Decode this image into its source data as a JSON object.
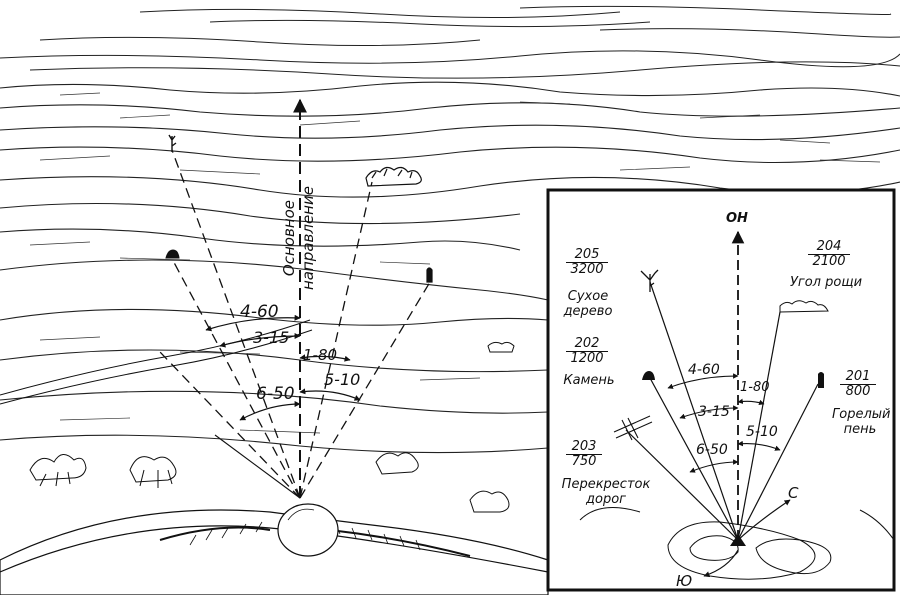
{
  "scene": {
    "main_direction_label": "Основное направление",
    "main_direction_line1": "Основное",
    "main_direction_line2": "направление",
    "angles": {
      "a1": "4-60",
      "a2": "3-15",
      "a3": "1-80",
      "a4": "5-10",
      "a5": "6-50"
    }
  },
  "inset": {
    "direction_label": "ОН",
    "targets": [
      {
        "number": "205",
        "distance": "3200",
        "name_line1": "Сухое",
        "name_line2": "дерево"
      },
      {
        "number": "202",
        "distance": "1200",
        "name_line1": "Камень",
        "name_line2": ""
      },
      {
        "number": "203",
        "distance": "750",
        "name_line1": "Перекресток",
        "name_line2": "дорог"
      },
      {
        "number": "204",
        "distance": "2100",
        "name_line1": "Угол рощи",
        "name_line2": ""
      },
      {
        "number": "201",
        "distance": "800",
        "name_line1": "Горелый",
        "name_line2": "пень"
      }
    ],
    "angles": {
      "a1": "4-60",
      "a2": "3-15",
      "a3": "1-80",
      "a4": "5-10",
      "a5": "6-50"
    },
    "north_label": "С",
    "south_label": "Ю"
  },
  "colors": {
    "ink": "#111111",
    "paper": "#ffffff"
  }
}
